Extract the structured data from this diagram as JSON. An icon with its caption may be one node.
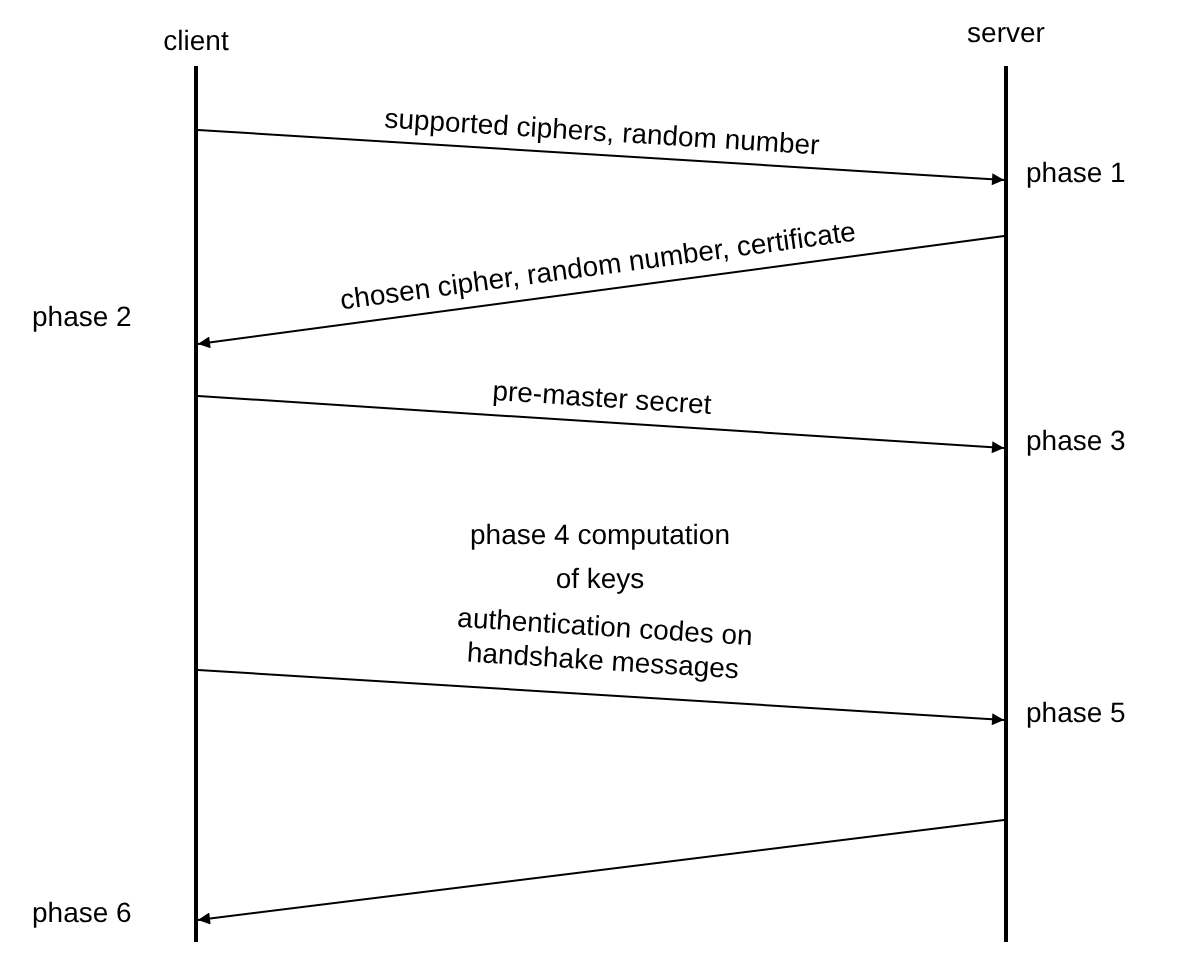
{
  "diagram": {
    "nodes": [
      {
        "text": [],
        "shape": "bar",
        "beside": [
          "client"
        ]
      },
      {
        "text": [],
        "shape": "bar",
        "beside": [
          "server"
        ]
      }
    ],
    "edges": [
      {
        "from": 0,
        "to": 1,
        "arrow": "to",
        "label": "supported ciphers, random number"
      },
      {
        "from": 1,
        "to": 0,
        "arrow": "to",
        "label": "chosen cipher, random number, certificate"
      },
      {
        "from": 0,
        "to": 1,
        "arrow": "to",
        "label": "pre-master secret"
      },
      {
        "from": 0,
        "to": 1,
        "arrow": "to",
        "label": "authentication codes on handshake messages"
      },
      {
        "from": 1,
        "to": 0,
        "arrow": "to"
      }
    ],
    "labels": [
      "phase 1",
      "phase 2",
      "phase 3",
      "phase 4 computation of keys",
      "phase 5",
      "phase 6"
    ]
  }
}
